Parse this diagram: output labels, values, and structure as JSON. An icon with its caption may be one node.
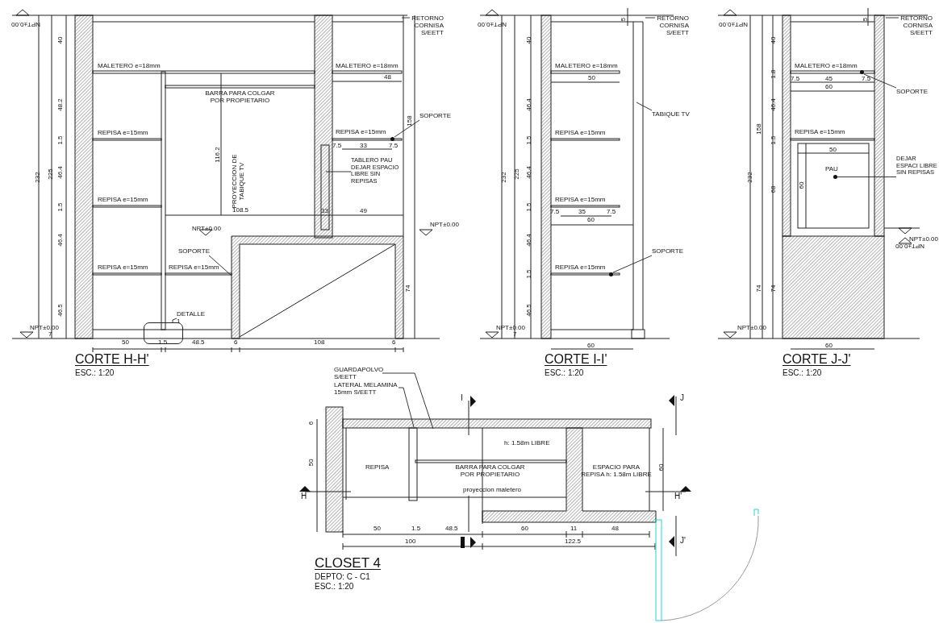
{
  "diagram": {
    "nodes": [
      {
        "text": [
          "RETORNO CORNISA S/EETT"
        ]
      },
      {
        "text": [
          "SOPORTE"
        ]
      },
      {
        "text": [
          "TABLERO PAU DEJAR ESPACIO LIBRE SIN REPISAS"
        ]
      },
      {
        "text": [
          "SOPORTE"
        ]
      },
      {
        "text": [
          "DETALLE 1"
        ]
      },
      {
        "text": [],
        "shape": "box"
      },
      {
        "text": [
          "RETORNO CORNISA S/EETT"
        ]
      },
      {
        "text": [
          "TABIQUE TV"
        ]
      },
      {
        "text": [
          "SOPORTE"
        ]
      },
      {
        "text": [
          "RETORNO CORNISA S/EETT"
        ]
      },
      {
        "text": [
          "SOPORTE"
        ]
      },
      {
        "text": [
          "DEJAR ESPACI LIBRE SIN REPISAS"
        ]
      },
      {
        "text": [
          "GUARDAPOLVO S/EETT"
        ]
      },
      {
        "text": [
          "LATERAL MELAMINA 15mm S/EETT"
        ]
      },
      {
        "text": [],
        "shape": "circle"
      },
      {
        "text": [],
        "shape": "circle"
      },
      {
        "text": [],
        "shape": "circle"
      },
      {
        "text": [],
        "shape": "circle"
      }
    ],
    "edges": [
      {
        "from": 0,
        "to": null,
        "arrow": "none"
      },
      {
        "from": 1,
        "to": 14,
        "arrow": "none"
      },
      {
        "from": 2,
        "to": null,
        "arrow": "none"
      },
      {
        "from": 3,
        "to": null,
        "arrow": "none"
      },
      {
        "from": 4,
        "to": 5,
        "arrow": "none"
      },
      {
        "from": 6,
        "to": null,
        "arrow": "none"
      },
      {
        "from": 7,
        "to": null,
        "arrow": "none"
      },
      {
        "from": 8,
        "to": 15,
        "arrow": "none"
      },
      {
        "from": 9,
        "to": null,
        "arrow": "none"
      },
      {
        "from": 10,
        "to": 16,
        "arrow": "none"
      },
      {
        "from": 11,
        "to": 17,
        "arrow": "none"
      },
      {
        "from": 12,
        "to": null,
        "arrow": "none"
      },
      {
        "from": 13,
        "to": null,
        "arrow": "none"
      }
    ],
    "labels": [
      "NPT±0.00",
      "40",
      "48.2",
      "1.5",
      "46.4",
      "1.5",
      "46.4",
      "46.5",
      "7",
      "232",
      "225",
      "MALETERO e=18mm",
      "BARRA PARA COLGAR POR PROPIETARIO",
      "REPISA e=15mm",
      "REPISA e=15mm",
      "116.2",
      "PROYECCION DE TABIQUE TV",
      "108.5",
      "NPT±0.00",
      "REPISA e=15mm",
      "REPISA e=15mm",
      "NPT±0.00",
      "50",
      "1.5",
      "48.5",
      "6",
      "108",
      "6",
      "CORTE H-H'",
      "ESC.: 1:20",
      "MALETERO e=18mm",
      "48",
      "REPISA e=15mm",
      "7.5",
      "33",
      "7.5",
      "158",
      "33",
      "49",
      "NPT±0.00",
      "74",
      "NPT±0.00",
      "5",
      "40",
      "46.4",
      "1.5",
      "46.4",
      "1.5",
      "46.4",
      "1.5",
      "46.5",
      "7",
      "232",
      "225",
      "MALETERO e=18mm",
      "50",
      "REPISA e=15mm",
      "REPISA e=15mm",
      "7.5",
      "35",
      "7.5",
      "60",
      "REPISA e=15mm",
      "NPT±0.00",
      "60",
      "CORTE I-I'",
      "ESC.: 1:20",
      "NPT±0.00",
      "5",
      "40",
      "1.8",
      "46.4",
      "1.5",
      "68",
      "74",
      "232",
      "158",
      "74",
      "MALETERO e=18mm",
      "7.5",
      "45",
      "7.5",
      "60",
      "REPISA e=15mm",
      "50",
      "PAU",
      "60",
      "NPT±0.00",
      "NPT±0.00",
      "NPT±0.00",
      "60",
      "CORTE J-J'",
      "ESC.: 1:20",
      "I",
      "J",
      "6",
      "50",
      "REPISA",
      "h: 1.58m LIBRE",
      "BARRA PARA COLGAR POR PROPIETARIO",
      "ESPACIO PARA REPISA h: 1.58m LIBRE",
      "60",
      "proyeccion maletero",
      "H",
      "H'",
      "50",
      "1.5",
      "48.5",
      "60",
      "11",
      "48",
      "100",
      "122.5",
      "J'",
      "CLOSET 4",
      "DEPTO: C - C1",
      "ESC.: 1:20"
    ]
  }
}
